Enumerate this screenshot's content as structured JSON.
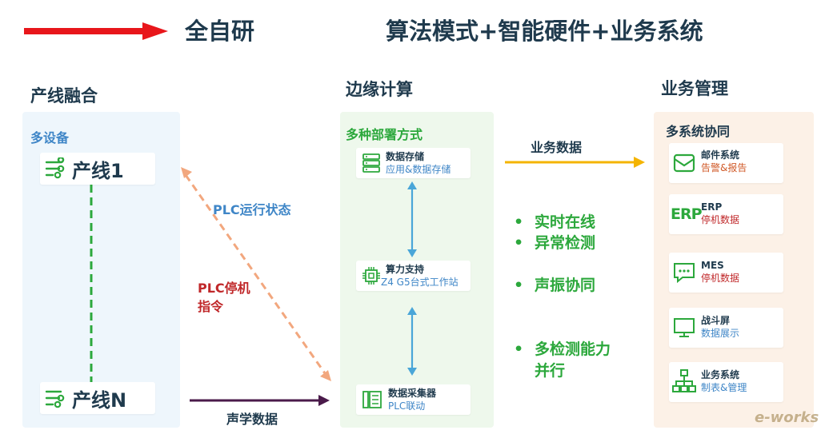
{
  "header": {
    "left_title": "全自研",
    "right_title": "算法模式+智能硬件+业务系统"
  },
  "left": {
    "title": "产线融合",
    "panel_title": "多设备",
    "line1": "产线1",
    "lineN": "产线N"
  },
  "middle": {
    "title": "边缘计算",
    "panel_title": "多种部署方式",
    "storage": {
      "title": "数据存储",
      "sub": "应用&数据存储"
    },
    "compute": {
      "title": "算力支持",
      "sub": "Z4 G5台式工作站"
    },
    "collector": {
      "title": "数据采集器",
      "sub": "PLC联动"
    }
  },
  "right": {
    "title": "业务管理",
    "panel_title": "多系统协同",
    "items": [
      {
        "title": "邮件系统",
        "sub": "告警&报告",
        "icon": "mail-icon"
      },
      {
        "title": "ERP",
        "sub": "停机数据",
        "icon": "erp-icon"
      },
      {
        "title": "MES",
        "sub": "停机数据",
        "icon": "chat-icon"
      },
      {
        "title": "战斗屏",
        "sub": "数据展示",
        "icon": "monitor-icon"
      },
      {
        "title": "业务系统",
        "sub": "制表&管理",
        "icon": "org-chart-icon"
      }
    ]
  },
  "edges": {
    "plc_status": "PLC运行状态",
    "plc_stop_1": "PLC停机",
    "plc_stop_2": "指令",
    "acoustic": "声学数据",
    "business_data": "业务数据"
  },
  "bullets": {
    "b1": "实时在线",
    "b2": "异常检测",
    "b3": "声振协同",
    "b4a": "多检测能力",
    "b4b": "并行"
  },
  "watermark": "e-works",
  "colors": {
    "red_arrow": "#e8161b",
    "green": "#2ca83c",
    "blue_text": "#3f86c7",
    "orange_dash": "#f2a77e",
    "blue_arrow": "#4aa6d8",
    "dark_arrow": "#4a1a4a",
    "gold_arrow": "#f4b400"
  }
}
